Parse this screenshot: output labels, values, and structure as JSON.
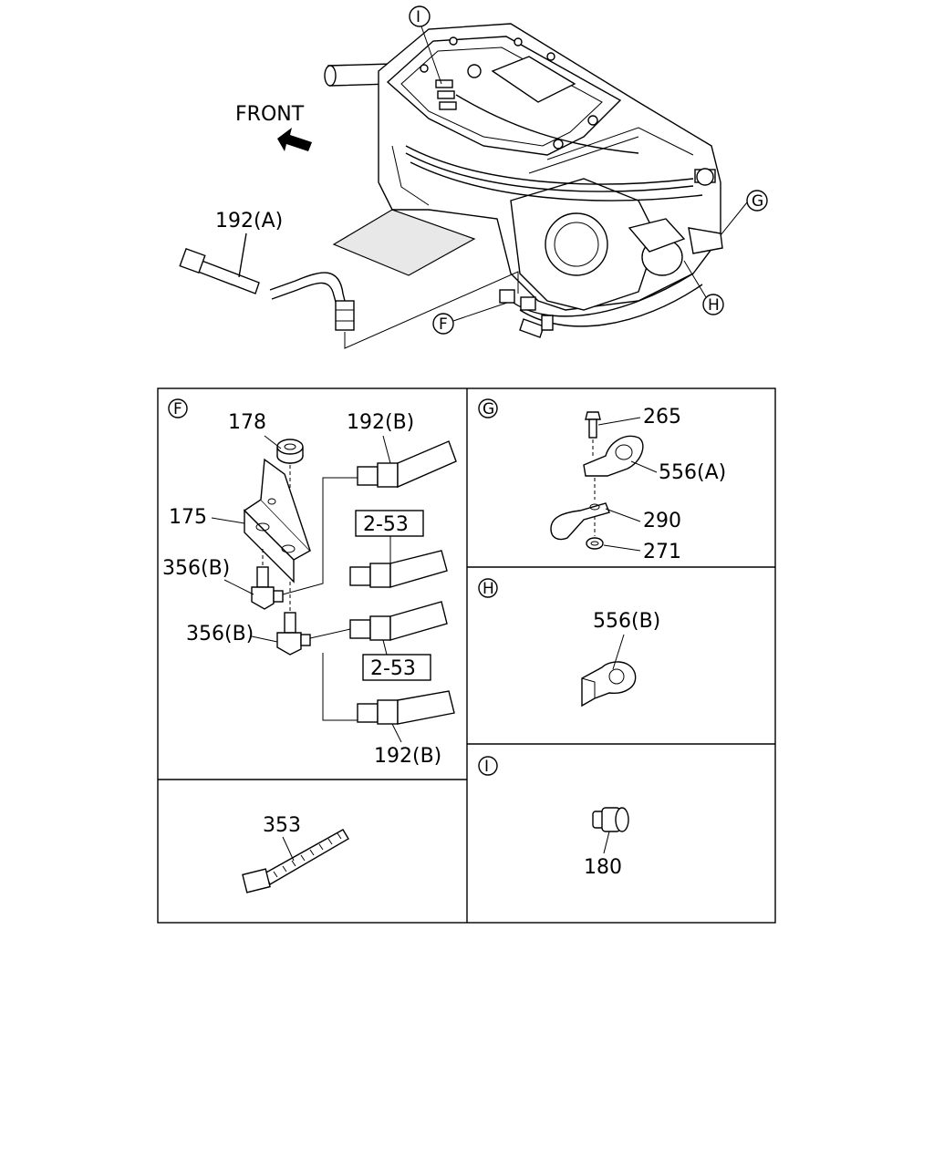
{
  "top_view": {
    "front_label": "FRONT",
    "hose_label": "192(A)",
    "callouts": {
      "F": "F",
      "G": "G",
      "H": "H",
      "I": "I"
    }
  },
  "panel_f": {
    "tag": "F",
    "parts": {
      "p178": "178",
      "p175": "175",
      "p356b_upper": "356(B)",
      "p356b_lower": "356(B)",
      "p192b_upper": "192(B)",
      "p192b_lower": "192(B)",
      "ref_upper": "2-53",
      "ref_lower": "2-53"
    }
  },
  "panel_g": {
    "tag": "G",
    "parts": {
      "p265": "265",
      "p556a": "556(A)",
      "p290": "290",
      "p271": "271"
    }
  },
  "panel_h": {
    "tag": "H",
    "parts": {
      "p556b": "556(B)"
    }
  },
  "panel_i": {
    "tag": "I",
    "parts": {
      "p180": "180"
    }
  },
  "panel_tie": {
    "parts": {
      "p353": "353"
    }
  }
}
